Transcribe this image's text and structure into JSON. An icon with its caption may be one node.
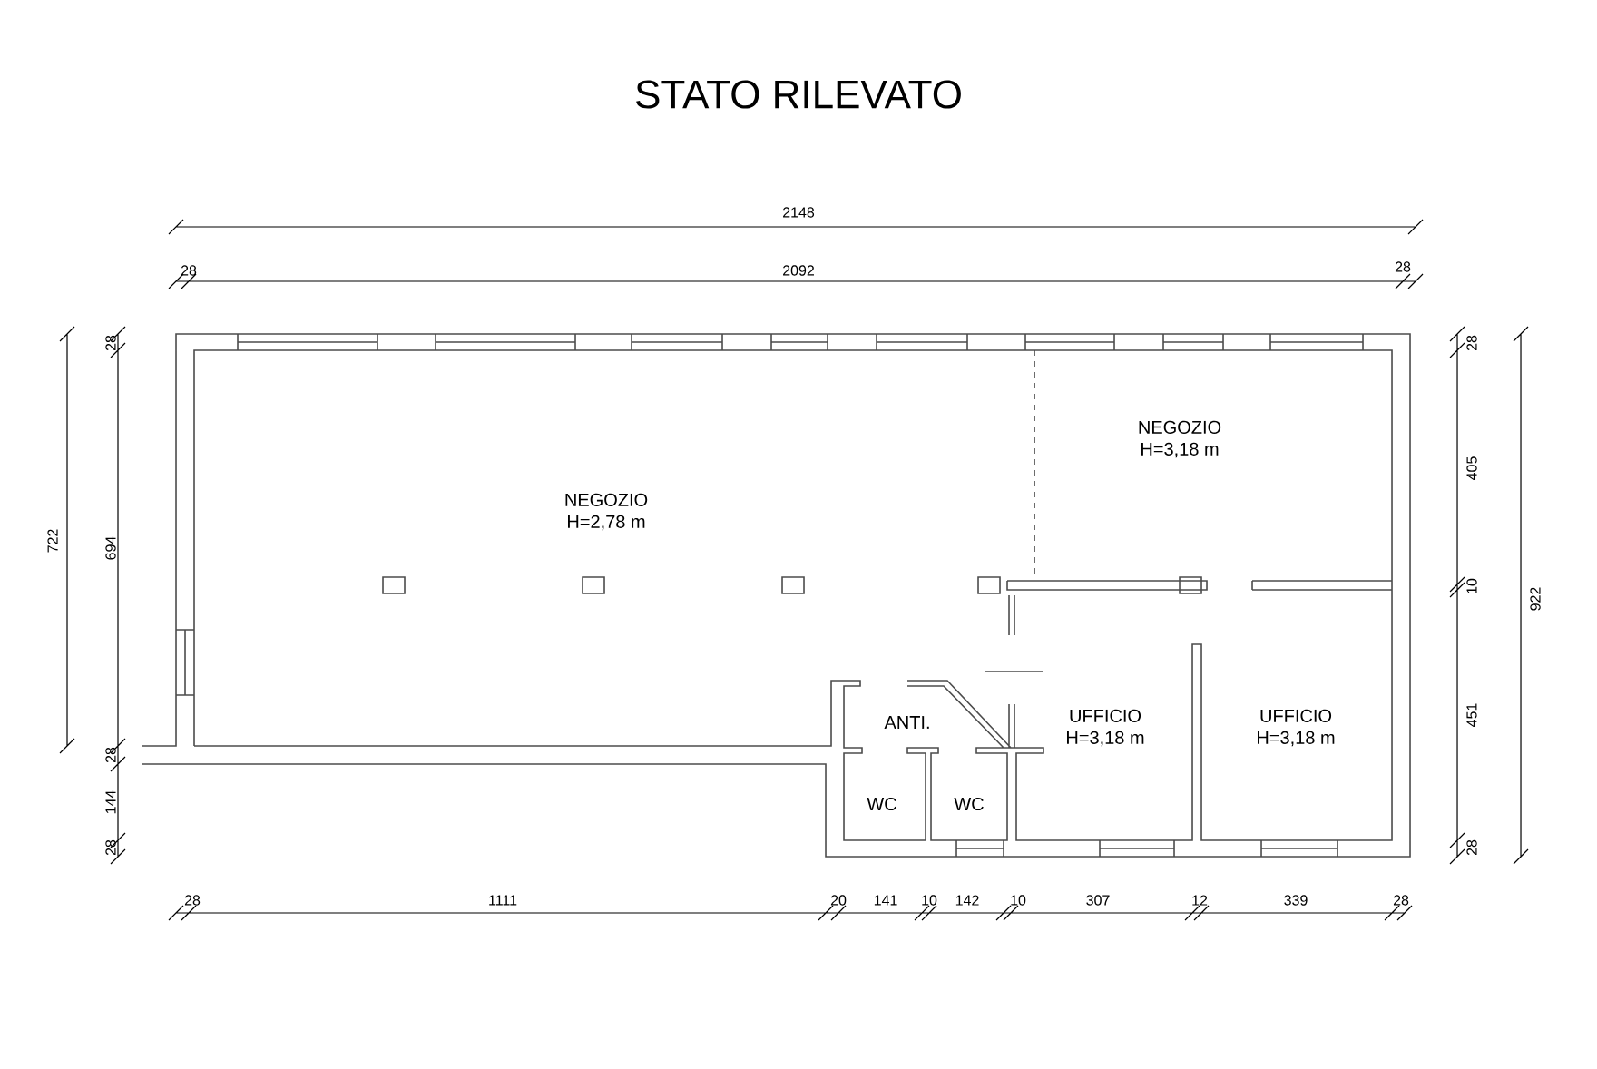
{
  "diagram": {
    "title": "STATO RILEVATO",
    "nodes": [
      {
        "text": [
          "NEGOZIO",
          "H=2,78 m"
        ]
      },
      {
        "text": [
          "NEGOZIO",
          "H=3,18 m"
        ]
      },
      {
        "text": [
          "ANTI."
        ]
      },
      {
        "text": [
          "WC"
        ]
      },
      {
        "text": [
          "WC"
        ]
      },
      {
        "text": [
          "UFFICIO",
          "H=3,18 m"
        ]
      },
      {
        "text": [
          "UFFICIO",
          "H=3,18 m"
        ]
      }
    ],
    "labels": [
      "2148",
      "28",
      "2092",
      "28",
      "722",
      "28",
      "694",
      "28",
      "144",
      "28",
      "28",
      "405",
      "10",
      "451",
      "28",
      "922",
      "28",
      "1111",
      "20",
      "141",
      "10",
      "142",
      "10",
      "307",
      "12",
      "339",
      "28"
    ]
  }
}
